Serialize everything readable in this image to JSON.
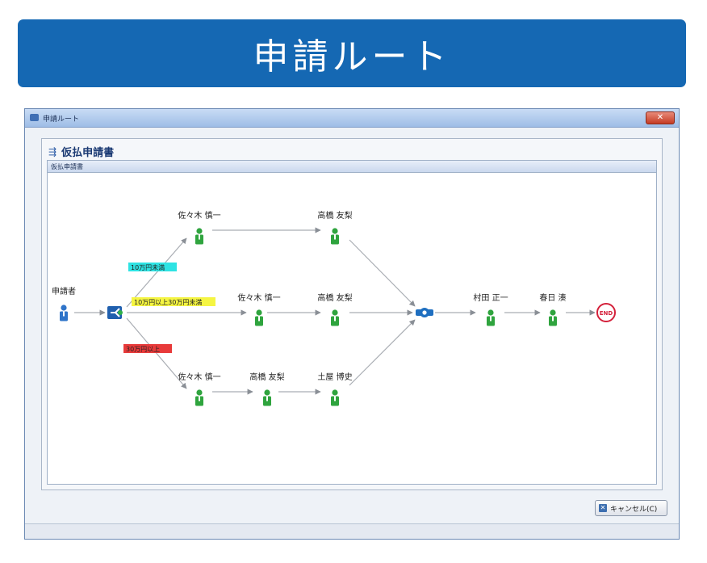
{
  "banner": {
    "title": "申請ルート"
  },
  "window": {
    "title": "申請ルート",
    "close": "✕"
  },
  "form": {
    "title": "仮払申請書",
    "section": "仮払申請書"
  },
  "diagram": {
    "applicant": "申請者",
    "conditions": [
      {
        "text": "10万円未満",
        "color": "#2ee3e3"
      },
      {
        "text": "10万円以上30万円未満",
        "color": "#f5f542"
      },
      {
        "text": "30万円以上",
        "color": "#e83a3a"
      }
    ],
    "nodes": [
      {
        "id": "top1",
        "label": "佐々木 慎一"
      },
      {
        "id": "top2",
        "label": "高橋 友梨"
      },
      {
        "id": "mid1",
        "label": "佐々木 慎一"
      },
      {
        "id": "mid2",
        "label": "高橋 友梨"
      },
      {
        "id": "bot1",
        "label": "佐々木 慎一"
      },
      {
        "id": "bot2",
        "label": "高橋 友梨"
      },
      {
        "id": "bot3",
        "label": "土屋 博史"
      },
      {
        "id": "final1",
        "label": "村田 正一"
      },
      {
        "id": "final2",
        "label": "春日 湊"
      }
    ],
    "end": "END"
  },
  "buttons": {
    "cancel": "キャンセル(C)"
  }
}
